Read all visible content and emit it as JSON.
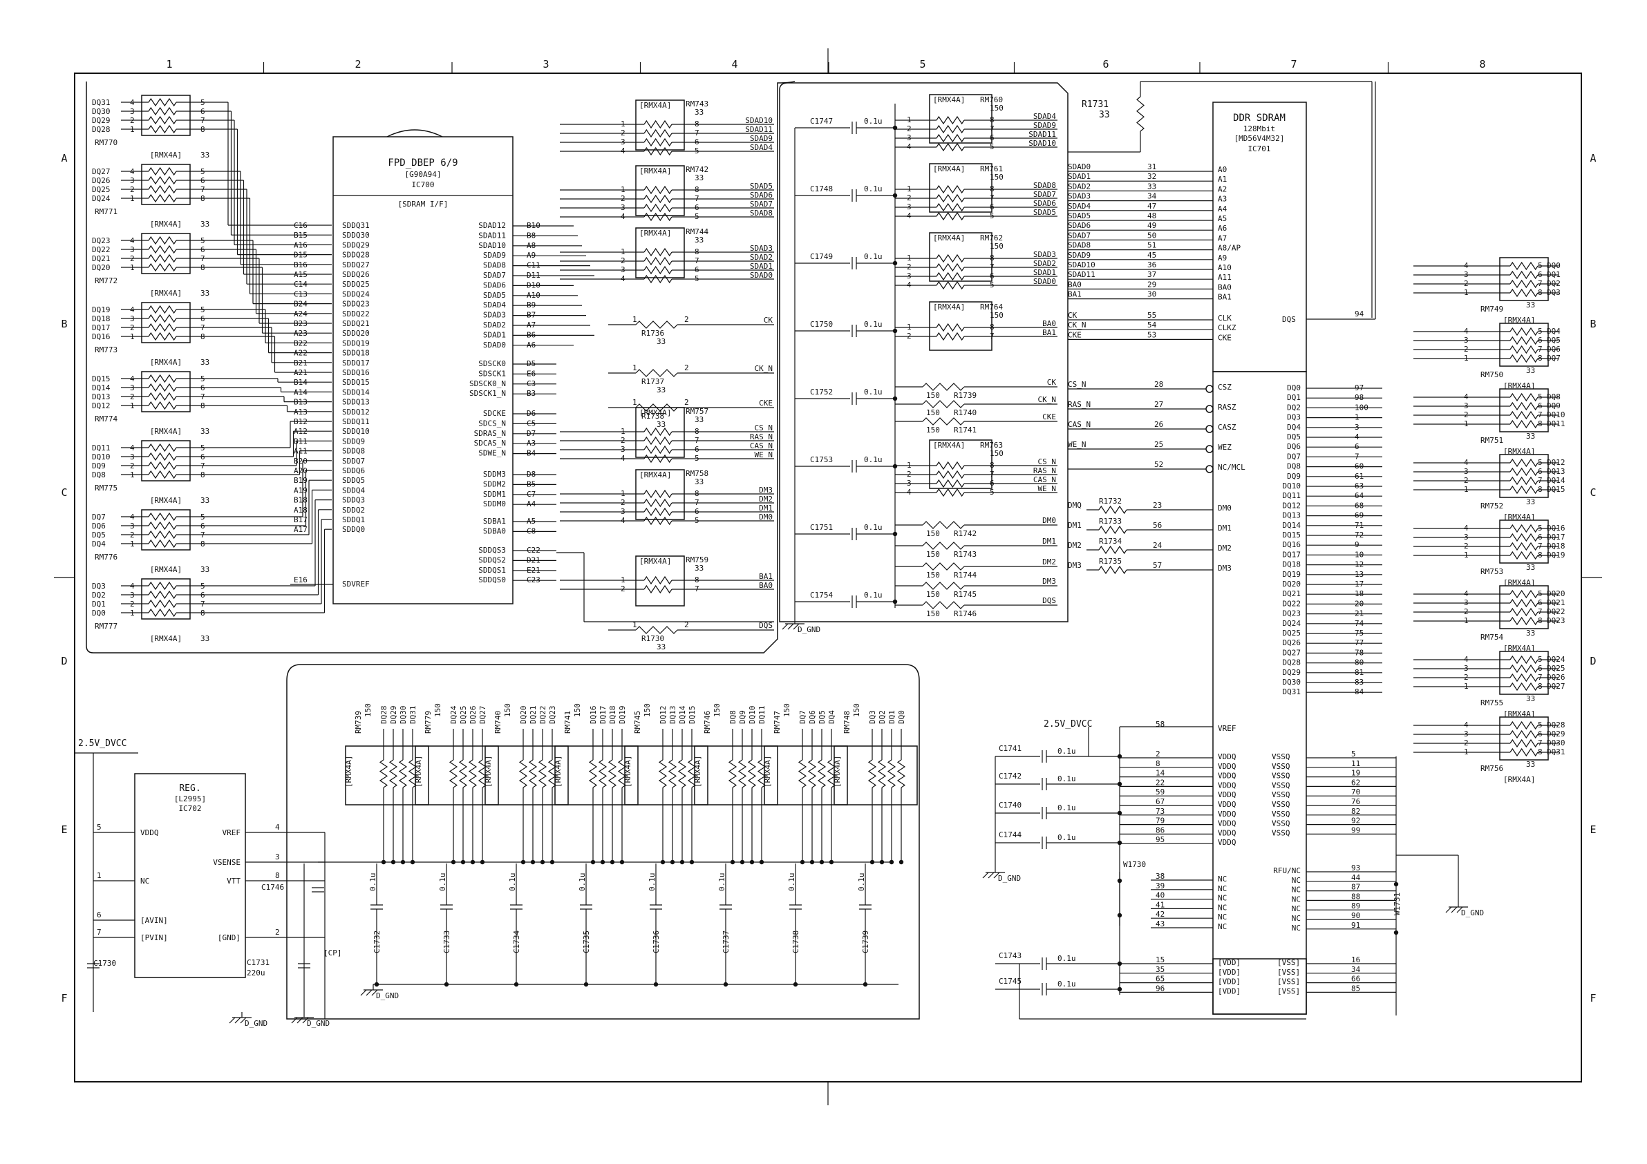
{
  "grid": {
    "columns": [
      "1",
      "2",
      "3",
      "4",
      "5",
      "6",
      "7",
      "8"
    ],
    "rows": [
      "A",
      "B",
      "C",
      "D",
      "E",
      "F"
    ]
  },
  "ic700": {
    "title": "FPD_DBEP 6/9",
    "part": "[G90A94]",
    "ref": "IC700",
    "section": "[SDRAM I/F]",
    "left_pins": [
      {
        "ball": "C16",
        "name": "SDDQ31"
      },
      {
        "ball": "B15",
        "name": "SDDQ30"
      },
      {
        "ball": "A16",
        "name": "SDDQ29"
      },
      {
        "ball": "D15",
        "name": "SDDQ28"
      },
      {
        "ball": "B16",
        "name": "SDDQ27"
      },
      {
        "ball": "A15",
        "name": "SDDQ26"
      },
      {
        "ball": "C14",
        "name": "SDDQ25"
      },
      {
        "ball": "C13",
        "name": "SDDQ24"
      },
      {
        "ball": "B24",
        "name": "SDDQ23"
      },
      {
        "ball": "A24",
        "name": "SDDQ22"
      },
      {
        "ball": "B23",
        "name": "SDDQ21"
      },
      {
        "ball": "A23",
        "name": "SDDQ20"
      },
      {
        "ball": "B22",
        "name": "SDDQ19"
      },
      {
        "ball": "A22",
        "name": "SDDQ18"
      },
      {
        "ball": "B21",
        "name": "SDDQ17"
      },
      {
        "ball": "A21",
        "name": "SDDQ16"
      },
      {
        "ball": "B14",
        "name": "SDDQ15"
      },
      {
        "ball": "A14",
        "name": "SDDQ14"
      },
      {
        "ball": "B13",
        "name": "SDDQ13"
      },
      {
        "ball": "A13",
        "name": "SDDQ12"
      },
      {
        "ball": "B12",
        "name": "SDDQ11"
      },
      {
        "ball": "A12",
        "name": "SDDQ10"
      },
      {
        "ball": "B11",
        "name": "SDDQ9"
      },
      {
        "ball": "A11",
        "name": "SDDQ8"
      },
      {
        "ball": "B20",
        "name": "SDDQ7"
      },
      {
        "ball": "A20",
        "name": "SDDQ6"
      },
      {
        "ball": "B19",
        "name": "SDDQ5"
      },
      {
        "ball": "A19",
        "name": "SDDQ4"
      },
      {
        "ball": "B18",
        "name": "SDDQ3"
      },
      {
        "ball": "A18",
        "name": "SDDQ2"
      },
      {
        "ball": "B17",
        "name": "SDDQ1"
      },
      {
        "ball": "A17",
        "name": "SDDQ0"
      }
    ],
    "vref_pin": {
      "ball": "E16",
      "name": "SDVREF"
    },
    "right_pins": [
      {
        "name": "SDAD12",
        "ball": "B10"
      },
      {
        "name": "SDAD11",
        "ball": "B8"
      },
      {
        "name": "SDAD10",
        "ball": "A8"
      },
      {
        "name": "SDAD9",
        "ball": "A9"
      },
      {
        "name": "SDAD8",
        "ball": "C11"
      },
      {
        "name": "SDAD7",
        "ball": "D11"
      },
      {
        "name": "SDAD6",
        "ball": "D10"
      },
      {
        "name": "SDAD5",
        "ball": "A10"
      },
      {
        "name": "SDAD4",
        "ball": "B9"
      },
      {
        "name": "SDAD3",
        "ball": "B7"
      },
      {
        "name": "SDAD2",
        "ball": "A7"
      },
      {
        "name": "SDAD1",
        "ball": "B6"
      },
      {
        "name": "SDAD0",
        "ball": "A6"
      },
      {
        "name": "SDSCK0",
        "ball": "D5"
      },
      {
        "name": "SDSCK1",
        "ball": "E6"
      },
      {
        "name": "SDSCK0_N",
        "ball": "C3"
      },
      {
        "name": "SDSCK1_N",
        "ball": "B3"
      },
      {
        "name": "SDCKE",
        "ball": "D6"
      },
      {
        "name": "SDCS_N",
        "ball": "C5"
      },
      {
        "name": "SDRAS_N",
        "ball": "D7"
      },
      {
        "name": "SDCAS_N",
        "ball": "A3"
      },
      {
        "name": "SDWE_N",
        "ball": "B4"
      },
      {
        "name": "SDDM3",
        "ball": "D8"
      },
      {
        "name": "SDDM2",
        "ball": "B5"
      },
      {
        "name": "SDDM1",
        "ball": "C7"
      },
      {
        "name": "SDDM0",
        "ball": "A4"
      },
      {
        "name": "SDBA1",
        "ball": "A5"
      },
      {
        "name": "SDBA0",
        "ball": "C8"
      },
      {
        "name": "SDDQS3",
        "ball": "C22"
      },
      {
        "name": "SDDQS2",
        "ball": "D21"
      },
      {
        "name": "SDDQS1",
        "ball": "E21"
      },
      {
        "name": "SDDQS0",
        "ball": "C23"
      }
    ]
  },
  "left_arrays": [
    {
      "type": "[RMX4A]",
      "ref": "RM770",
      "value": "33",
      "nets": [
        "DQ31",
        "DQ30",
        "DQ29",
        "DQ28"
      ]
    },
    {
      "type": "[RMX4A]",
      "ref": "RM771",
      "value": "33",
      "nets": [
        "DQ27",
        "DQ26",
        "DQ25",
        "DQ24"
      ]
    },
    {
      "type": "[RMX4A]",
      "ref": "RM772",
      "value": "33",
      "nets": [
        "DQ23",
        "DQ22",
        "DQ21",
        "DQ20"
      ]
    },
    {
      "type": "[RMX4A]",
      "ref": "RM773",
      "value": "33",
      "nets": [
        "DQ19",
        "DQ18",
        "DQ17",
        "DQ16"
      ]
    },
    {
      "type": "[RMX4A]",
      "ref": "RM774",
      "value": "33",
      "nets": [
        "DQ15",
        "DQ14",
        "DQ13",
        "DQ12"
      ]
    },
    {
      "type": "[RMX4A]",
      "ref": "RM775",
      "value": "33",
      "nets": [
        "DQ11",
        "DQ10",
        "DQ9",
        "DQ8"
      ]
    },
    {
      "type": "[RMX4A]",
      "ref": "RM776",
      "value": "33",
      "nets": [
        "DQ7",
        "DQ6",
        "DQ5",
        "DQ4"
      ]
    },
    {
      "type": "[RMX4A]",
      "ref": "RM777",
      "value": "33",
      "nets": [
        "DQ3",
        "DQ2",
        "DQ1",
        "DQ0"
      ]
    }
  ],
  "mid_arrays": [
    {
      "type": "[RMX4A]",
      "ref": "RM743",
      "value": "33",
      "nets": [
        "SDAD10",
        "SDAD11",
        "SDAD9",
        "SDAD4"
      ]
    },
    {
      "type": "[RMX4A]",
      "ref": "RM742",
      "value": "33",
      "nets": [
        "SDAD5",
        "SDAD6",
        "SDAD7",
        "SDAD8"
      ]
    },
    {
      "type": "[RMX4A]",
      "ref": "RM744",
      "value": "33",
      "nets": [
        "SDAD3",
        "SDAD2",
        "SDAD1",
        "SDAD0"
      ]
    },
    {
      "type": "[RMX4A]",
      "ref": "RM757",
      "value": "33",
      "nets": [
        "CS_N",
        "RAS_N",
        "CAS_N",
        "WE_N"
      ]
    },
    {
      "type": "[RMX4A]",
      "ref": "RM758",
      "value": "33",
      "nets": [
        "DM3",
        "DM2",
        "DM1",
        "DM0"
      ]
    },
    {
      "type": "[RMX4A]",
      "ref": "RM759",
      "value": "33",
      "nets": [
        "BA1",
        "BA0"
      ]
    }
  ],
  "mid_resistors": [
    {
      "ref": "R1736",
      "value": "33",
      "net": "CK"
    },
    {
      "ref": "R1737",
      "value": "33",
      "net": "CK_N"
    },
    {
      "ref": "R1738",
      "value": "33",
      "net": "CKE"
    },
    {
      "ref": "R1730",
      "value": "33",
      "net": "DQS"
    }
  ],
  "term_arrays": [
    {
      "type": "[RMX4A]",
      "ref": "RM760",
      "value": "150",
      "nets": [
        "SDAD4",
        "SDAD9",
        "SDAD11",
        "SDAD10"
      ]
    },
    {
      "type": "[RMX4A]",
      "ref": "RM761",
      "value": "150",
      "nets": [
        "SDAD8",
        "SDAD7",
        "SDAD6",
        "SDAD5"
      ]
    },
    {
      "type": "[RMX4A]",
      "ref": "RM762",
      "value": "150",
      "nets": [
        "SDAD3",
        "SDAD2",
        "SDAD1",
        "SDAD0"
      ]
    },
    {
      "type": "[RMX4A]",
      "ref": "RM764",
      "value": "150",
      "nets": [
        "BA0",
        "BA1"
      ]
    },
    {
      "type": "[RMX4A]",
      "ref": "RM763",
      "value": "150",
      "nets": [
        "CS_N",
        "RAS_N",
        "CAS_N",
        "WE_N"
      ]
    }
  ],
  "term_resistors": [
    {
      "ref": "R1739",
      "value": "150",
      "net": "CK"
    },
    {
      "ref": "R1740",
      "value": "150",
      "net": "CK_N"
    },
    {
      "ref": "R1741",
      "value": "150",
      "net": "CKE"
    },
    {
      "ref": "R1742",
      "value": "150",
      "net": "DM0"
    },
    {
      "ref": "R1743",
      "value": "150",
      "net": "DM1"
    },
    {
      "ref": "R1744",
      "value": "150",
      "net": "DM2"
    },
    {
      "ref": "R1745",
      "value": "150",
      "net": "DM3"
    },
    {
      "ref": "R1746",
      "value": "150",
      "net": "DQS"
    }
  ],
  "term_caps": [
    {
      "ref": "C1747",
      "value": "0.1u"
    },
    {
      "ref": "C1748",
      "value": "0.1u"
    },
    {
      "ref": "C1749",
      "value": "0.1u"
    },
    {
      "ref": "C1750",
      "value": "0.1u"
    },
    {
      "ref": "C1752",
      "value": "0.1u"
    },
    {
      "ref": "C1753",
      "value": "0.1u"
    },
    {
      "ref": "C1751",
      "value": "0.1u"
    },
    {
      "ref": "C1754",
      "value": "0.1u"
    }
  ],
  "r1731": {
    "ref": "R1731",
    "value": "33"
  },
  "ic701": {
    "title": "DDR SDRAM",
    "size": "128Mbit",
    "part": "[MD56V4M32]",
    "ref": "IC701",
    "address_pins": [
      {
        "net": "SDAD0",
        "pin": "31",
        "name": "A0"
      },
      {
        "net": "SDAD1",
        "pin": "32",
        "name": "A1"
      },
      {
        "net": "SDAD2",
        "pin": "33",
        "name": "A2"
      },
      {
        "net": "SDAD3",
        "pin": "34",
        "name": "A3"
      },
      {
        "net": "SDAD4",
        "pin": "47",
        "name": "A4"
      },
      {
        "net": "SDAD5",
        "pin": "48",
        "name": "A5"
      },
      {
        "net": "SDAD6",
        "pin": "49",
        "name": "A6"
      },
      {
        "net": "SDAD7",
        "pin": "50",
        "name": "A7"
      },
      {
        "net": "SDAD8",
        "pin": "51",
        "name": "A8/AP"
      },
      {
        "net": "SDAD9",
        "pin": "45",
        "name": "A9"
      },
      {
        "net": "SDAD10",
        "pin": "36",
        "name": "A10"
      },
      {
        "net": "SDAD11",
        "pin": "37",
        "name": "A11"
      },
      {
        "net": "BA0",
        "pin": "29",
        "name": "BA0"
      },
      {
        "net": "BA1",
        "pin": "30",
        "name": "BA1"
      }
    ],
    "clock_pins": [
      {
        "net": "CK",
        "pin": "55",
        "name": "CLK"
      },
      {
        "net": "CK_N",
        "pin": "54",
        "name": "CLKZ"
      },
      {
        "net": "CKE",
        "pin": "53",
        "name": "CKE"
      }
    ],
    "dqs": {
      "name": "DQS",
      "pin": "94"
    },
    "ctrl_pins": [
      {
        "net": "CS_N",
        "pin": "28",
        "name": "CSZ"
      },
      {
        "net": "RAS_N",
        "pin": "27",
        "name": "RASZ"
      },
      {
        "net": "CAS_N",
        "pin": "26",
        "name": "CASZ"
      },
      {
        "net": "WE_N",
        "pin": "25",
        "name": "WEZ"
      },
      {
        "net": "",
        "pin": "52",
        "name": "NC/MCL"
      }
    ],
    "dm_pins": [
      {
        "net": "DMQ",
        "res": "R1732",
        "pin": "23",
        "name": "DM0"
      },
      {
        "net": "DM1",
        "res": "R1733",
        "pin": "56",
        "name": "DM1"
      },
      {
        "net": "DM2",
        "res": "R1734",
        "pin": "24",
        "name": "DM2"
      },
      {
        "net": "DM3",
        "res": "R1735",
        "pin": "57",
        "name": "DM3"
      }
    ],
    "dq_pins": [
      {
        "name": "DQ0",
        "pin": "97"
      },
      {
        "name": "DQ1",
        "pin": "98"
      },
      {
        "name": "DQ2",
        "pin": "100"
      },
      {
        "name": "DQ3",
        "pin": "1"
      },
      {
        "name": "DQ4",
        "pin": "3"
      },
      {
        "name": "DQ5",
        "pin": "4"
      },
      {
        "name": "DQ6",
        "pin": "6"
      },
      {
        "name": "DQ7",
        "pin": "7"
      },
      {
        "name": "DQ8",
        "pin": "60"
      },
      {
        "name": "DQ9",
        "pin": "61"
      },
      {
        "name": "DQ10",
        "pin": "63"
      },
      {
        "name": "DQ11",
        "pin": "64"
      },
      {
        "name": "DQ12",
        "pin": "68"
      },
      {
        "name": "DQ13",
        "pin": "69"
      },
      {
        "name": "DQ14",
        "pin": "71"
      },
      {
        "name": "DQ15",
        "pin": "72"
      },
      {
        "name": "DQ16",
        "pin": "9"
      },
      {
        "name": "DQ17",
        "pin": "10"
      },
      {
        "name": "DQ18",
        "pin": "12"
      },
      {
        "name": "DQ19",
        "pin": "13"
      },
      {
        "name": "DQ20",
        "pin": "17"
      },
      {
        "name": "DQ21",
        "pin": "18"
      },
      {
        "name": "DQ22",
        "pin": "20"
      },
      {
        "name": "DQ23",
        "pin": "21"
      },
      {
        "name": "DQ24",
        "pin": "74"
      },
      {
        "name": "DQ25",
        "pin": "75"
      },
      {
        "name": "DQ26",
        "pin": "77"
      },
      {
        "name": "DQ27",
        "pin": "78"
      },
      {
        "name": "DQ28",
        "pin": "80"
      },
      {
        "name": "DQ29",
        "pin": "81"
      },
      {
        "name": "DQ30",
        "pin": "83"
      },
      {
        "name": "DQ31",
        "pin": "84"
      }
    ],
    "vref": {
      "name": "VREF",
      "pin": "58",
      "net": "2.5V_DVCC"
    },
    "vddq_pins": [
      "2",
      "8",
      "14",
      "22",
      "59",
      "67",
      "73",
      "79",
      "86",
      "95"
    ],
    "vddq_label": "VDDQ",
    "vssq_pins": [
      "5",
      "11",
      "19",
      "62",
      "70",
      "76",
      "82",
      "92",
      "99"
    ],
    "vssq_label": "VSSQ",
    "nc_pins_left": [
      "38",
      "39",
      "40",
      "41",
      "42",
      "43"
    ],
    "nc_pins_right": [
      "93",
      "44",
      "87",
      "88",
      "89",
      "90",
      "91"
    ],
    "nc_label": "NC",
    "rfu_label": "RFU/NC",
    "vdd_pins": [
      "15",
      "35",
      "65",
      "96"
    ],
    "vdd_label": "[VDD]",
    "vss_pins": [
      "16",
      "34",
      "66",
      "85"
    ],
    "vss_label": "[VSS]"
  },
  "right_arrays": [
    {
      "type": "[RMX4A]",
      "ref": "RM749",
      "value": "33",
      "nets": [
        "DQ0",
        "DQ1",
        "DQ2",
        "DQ3"
      ]
    },
    {
      "type": "[RMX4A]",
      "ref": "RM750",
      "value": "33",
      "nets": [
        "DQ4",
        "DQ5",
        "DQ6",
        "DQ7"
      ]
    },
    {
      "type": "[RMX4A]",
      "ref": "RM751",
      "value": "33",
      "nets": [
        "DQ8",
        "DQ9",
        "DQ10",
        "DQ11"
      ]
    },
    {
      "type": "[RMX4A]",
      "ref": "RM752",
      "value": "33",
      "nets": [
        "DQ12",
        "DQ13",
        "DQ14",
        "DQ15"
      ]
    },
    {
      "type": "[RMX4A]",
      "ref": "RM753",
      "value": "33",
      "nets": [
        "DQ16",
        "DQ17",
        "DQ18",
        "DQ19"
      ]
    },
    {
      "type": "[RMX4A]",
      "ref": "RM754",
      "value": "33",
      "nets": [
        "DQ20",
        "DQ21",
        "DQ22",
        "DQ23"
      ]
    },
    {
      "type": "[RMX4A]",
      "ref": "RM755",
      "value": "33",
      "nets": [
        "DQ24",
        "DQ25",
        "DQ26",
        "DQ27"
      ]
    },
    {
      "type": "[RMX4A]",
      "ref": "RM756",
      "value": "33",
      "nets": [
        "DQ28",
        "DQ29",
        "DQ30",
        "DQ31"
      ]
    }
  ],
  "bottom_arrays": [
    {
      "type": "[RMX4A]",
      "ref": "RM739",
      "value": "150",
      "nets": [
        "DQ28",
        "DQ29",
        "DQ30",
        "DQ31"
      ],
      "cap": "C1732",
      "cap_value": "0.1u"
    },
    {
      "type": "[RMX4A]",
      "ref": "RM779",
      "value": "150",
      "nets": [
        "DQ24",
        "DQ25",
        "DQ26",
        "DQ27"
      ],
      "cap": "C1733",
      "cap_value": "0.1u"
    },
    {
      "type": "[RMX4A]",
      "ref": "RM740",
      "value": "150",
      "nets": [
        "DQ20",
        "DQ21",
        "DQ22",
        "DQ23"
      ],
      "cap": "C1734",
      "cap_value": "0.1u"
    },
    {
      "type": "[RMX4A]",
      "ref": "RM741",
      "value": "150",
      "nets": [
        "DQ16",
        "DQ17",
        "DQ18",
        "DQ19"
      ],
      "cap": "C1735",
      "cap_value": "0.1u"
    },
    {
      "type": "[RMX4A]",
      "ref": "RM745",
      "value": "150",
      "nets": [
        "DQ12",
        "DQ13",
        "DQ14",
        "DQ15"
      ],
      "cap": "C1736",
      "cap_value": "0.1u"
    },
    {
      "type": "[RMX4A]",
      "ref": "RM746",
      "value": "150",
      "nets": [
        "DQ8",
        "DQ9",
        "DQ10",
        "DQ11"
      ],
      "cap": "C1737",
      "cap_value": "0.1u"
    },
    {
      "type": "[RMX4A]",
      "ref": "RM747",
      "value": "150",
      "nets": [
        "DQ7",
        "DQ6",
        "DQ5",
        "DQ4"
      ],
      "cap": "C1738",
      "cap_value": "0.1u"
    },
    {
      "type": "[RMX4A]",
      "ref": "RM748",
      "value": "150",
      "nets": [
        "DQ3",
        "DQ2",
        "DQ1",
        "DQ0"
      ],
      "cap": "C1739",
      "cap_value": "0.1u"
    }
  ],
  "ic702": {
    "title": "REG.",
    "part": "[L2995]",
    "ref": "IC702",
    "pins": [
      {
        "num": "5",
        "name": "VDDQ"
      },
      {
        "num": "4",
        "name": "VREF"
      },
      {
        "num": "3",
        "name": "VSENSE"
      },
      {
        "num": "1",
        "name": "NC"
      },
      {
        "num": "8",
        "name": "VTT"
      },
      {
        "num": "6",
        "name": "[AVIN]"
      },
      {
        "num": "7",
        "name": "[PVIN]"
      },
      {
        "num": "2",
        "name": "[GND]"
      }
    ]
  },
  "reg_parts": [
    {
      "ref": "C1746",
      "value": ""
    },
    {
      "ref": "C1730",
      "value": ""
    },
    {
      "ref": "C1731",
      "value": "220u"
    },
    {
      "ref": "",
      "value": "[CP]"
    }
  ],
  "power_caps": [
    {
      "ref": "C1741",
      "value": "0.1u"
    },
    {
      "ref": "C1742",
      "value": "0.1u"
    },
    {
      "ref": "C1740",
      "value": "0.1u"
    },
    {
      "ref": "C1744",
      "value": "0.1u"
    },
    {
      "ref": "C1743",
      "value": "0.1u"
    },
    {
      "ref": "C1745",
      "value": "0.1u"
    }
  ],
  "jumpers": [
    {
      "ref": "W1730"
    },
    {
      "ref": "W1731"
    }
  ],
  "nets": {
    "vcc": "2.5V_DVCC",
    "gnd": "D_GND"
  }
}
